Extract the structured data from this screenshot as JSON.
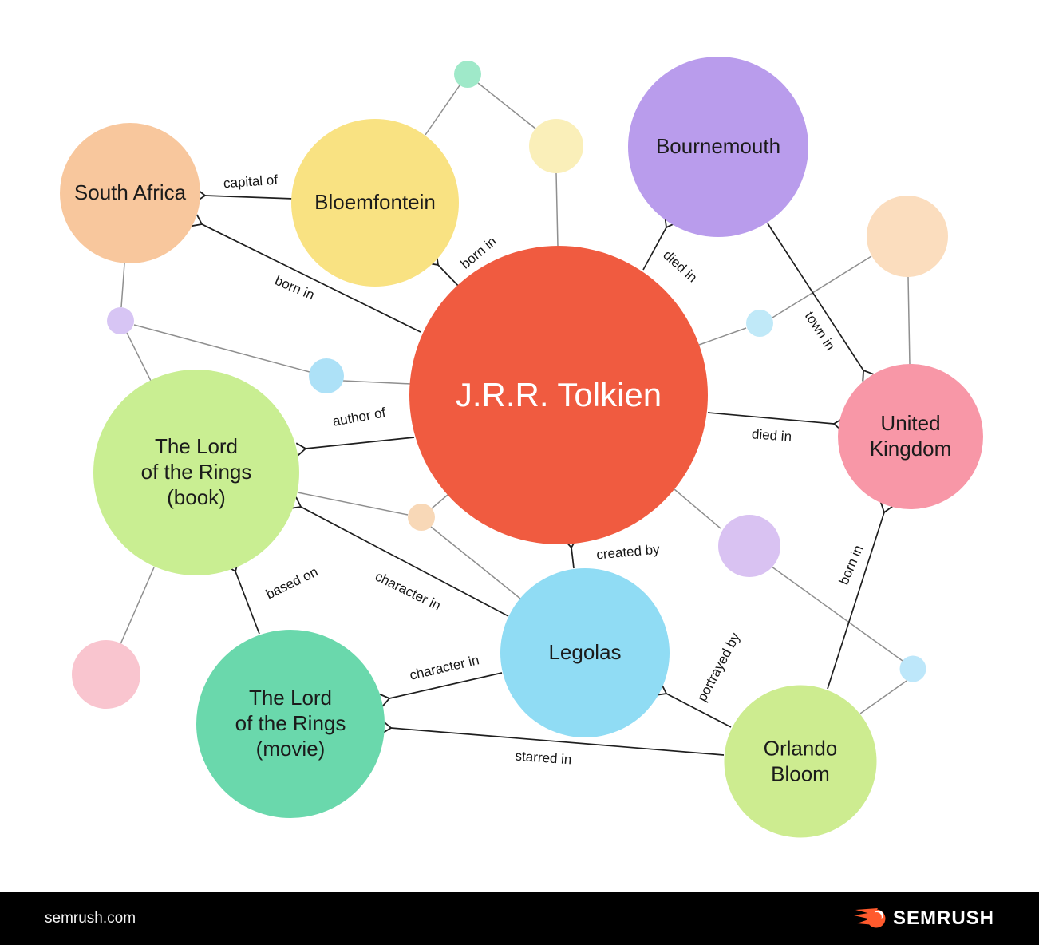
{
  "page": {
    "background": "#ffffff"
  },
  "graph": {
    "nodes": [
      {
        "id": "jrr-tolkien",
        "label": "J.R.R. Tolkien",
        "color": "#f05b40",
        "text_color": "#ffffff"
      },
      {
        "id": "south-africa",
        "label": "South Africa",
        "color": "#f8c79d"
      },
      {
        "id": "bloemfontein",
        "label": "Bloemfontein",
        "color": "#f9e282"
      },
      {
        "id": "bournemouth",
        "label": "Bournemouth",
        "color": "#b99cec"
      },
      {
        "id": "united-kingdom",
        "label": "United\nKingdom",
        "color": "#f897a7"
      },
      {
        "id": "lotr-book",
        "label": "The Lord\nof the Rings\n(book)",
        "color": "#c9ee92"
      },
      {
        "id": "legolas",
        "label": "Legolas",
        "color": "#90dcf4"
      },
      {
        "id": "lotr-movie",
        "label": "The Lord\nof the Rings\n(movie)",
        "color": "#6ad8ac"
      },
      {
        "id": "orlando-bloom",
        "label": "Orlando\nBloom",
        "color": "#cdec90"
      }
    ],
    "edges": [
      {
        "label": "capital of",
        "from": "Bloemfontein",
        "to": "South Africa"
      },
      {
        "label": "born in",
        "from": "J.R.R. Tolkien",
        "to": "Bloemfontein"
      },
      {
        "label": "born in",
        "from": "J.R.R. Tolkien",
        "to": "South Africa"
      },
      {
        "label": "died in",
        "from": "J.R.R. Tolkien",
        "to": "Bournemouth"
      },
      {
        "label": "town in",
        "from": "Bournemouth",
        "to": "United Kingdom"
      },
      {
        "label": "died in",
        "from": "J.R.R. Tolkien",
        "to": "United Kingdom"
      },
      {
        "label": "author of",
        "from": "J.R.R. Tolkien",
        "to": "The Lord of the Rings (book)"
      },
      {
        "label": "created by",
        "from": "Legolas",
        "to": "J.R.R. Tolkien"
      },
      {
        "label": "character in",
        "from": "Legolas",
        "to": "The Lord of the Rings (book)"
      },
      {
        "label": "character in",
        "from": "Legolas",
        "to": "The Lord of the Rings (movie)"
      },
      {
        "label": "based on",
        "from": "The Lord of the Rings (movie)",
        "to": "The Lord of the Rings (book)"
      },
      {
        "label": "portrayed by",
        "from": "Orlando Bloom",
        "to": "Legolas"
      },
      {
        "label": "starred in",
        "from": "Orlando Bloom",
        "to": "The Lord of the Rings (movie)"
      },
      {
        "label": "born in",
        "from": "Orlando Bloom",
        "to": "United Kingdom"
      }
    ],
    "decor_circles": [
      {
        "id": "teal-small",
        "color": "#9fe9c9"
      },
      {
        "id": "pale-yellow-small",
        "color": "#faefb9"
      },
      {
        "id": "peach-right",
        "color": "#fbddbe"
      },
      {
        "id": "blue-right-small",
        "color": "#c0e9f8"
      },
      {
        "id": "purple-left-small",
        "color": "#d7c5f4"
      },
      {
        "id": "blue-left-small",
        "color": "#ade1f7"
      },
      {
        "id": "peach-center-small",
        "color": "#f8d8b7"
      },
      {
        "id": "purple-right",
        "color": "#d9c2f2"
      },
      {
        "id": "pink-left",
        "color": "#f9c5cf"
      },
      {
        "id": "blue-bottom-right-small",
        "color": "#bde7fa"
      }
    ],
    "line_colors": {
      "connector": "#8f8f8f",
      "arrow": "#1f1f1f"
    }
  },
  "footer": {
    "site": "semrush.com",
    "brand": "SEMRUSH",
    "bar_color": "#000000",
    "logo_color": "#ff5a2d"
  }
}
